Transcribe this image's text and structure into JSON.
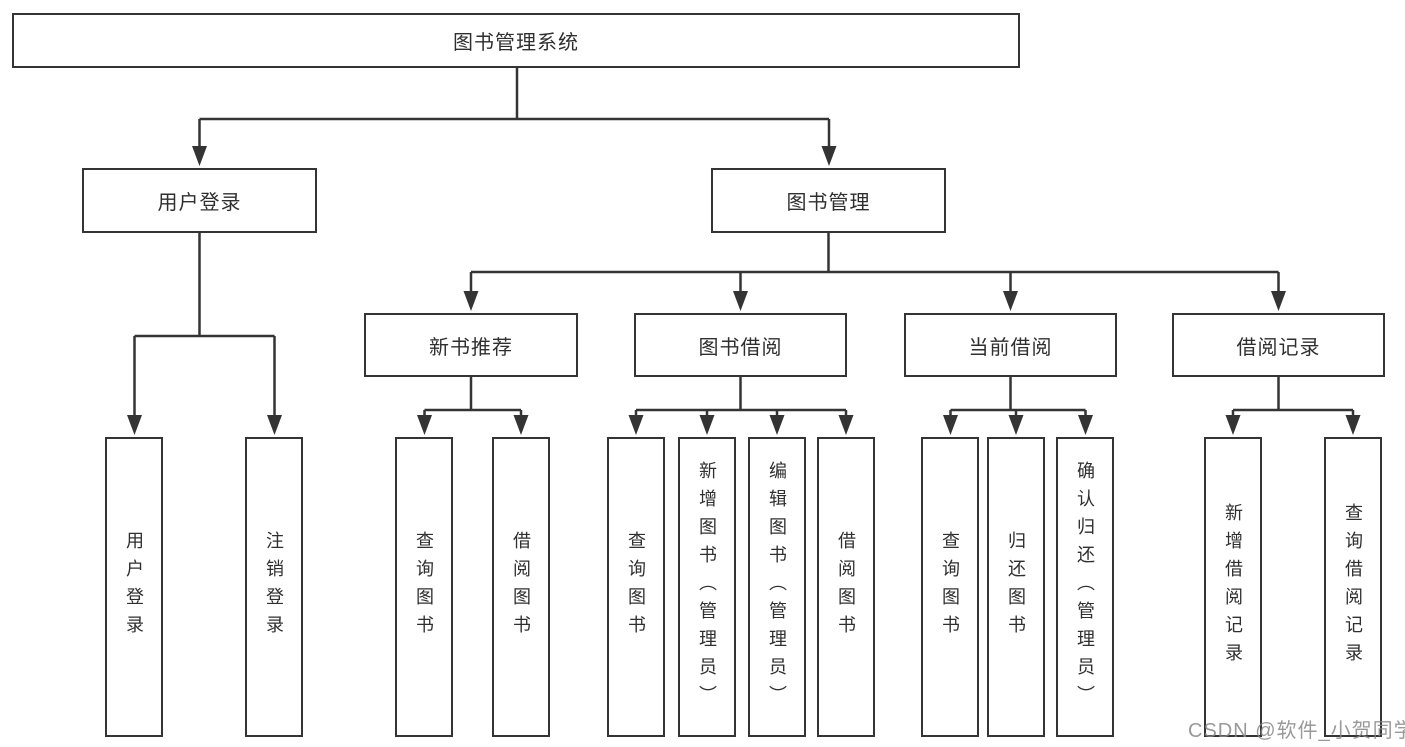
{
  "colors": {
    "line": "#343434",
    "text": "#2f2f2f",
    "watermark": "#878787",
    "background": "#ffffff"
  },
  "watermark": "CSDN @软件_小贺同学",
  "nodes": {
    "root": "图书管理系统",
    "user_login": "用户登录",
    "book_management": "图书管理",
    "new_book_recommend": "新书推荐",
    "book_borrowing": "图书借阅",
    "current_borrowing": "当前借阅",
    "borrowing_records": "借阅记录",
    "user_login_children": [
      "用户登录",
      "注销登录"
    ],
    "new_book_recommend_children": [
      "查询图书",
      "借阅图书"
    ],
    "book_borrowing_children": [
      "查询图书",
      "新增图书（管理员）",
      "编辑图书（管理员）",
      "借阅图书"
    ],
    "current_borrowing_children": [
      "查询图书",
      "归还图书",
      "确认归还（管理员）"
    ],
    "borrowing_records_children": [
      "新增借阅记录",
      "查询借阅记录"
    ]
  }
}
